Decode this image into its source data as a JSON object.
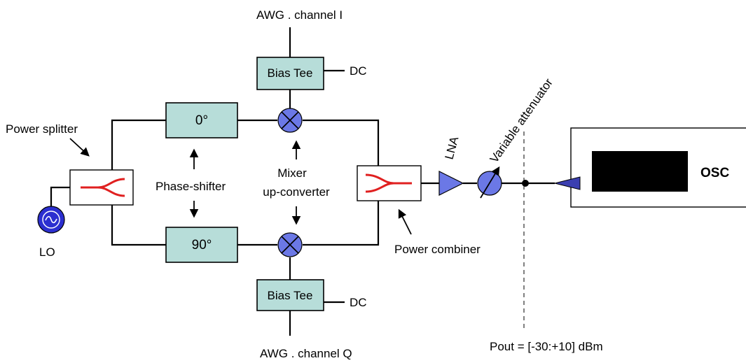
{
  "labels": {
    "awg_i": "AWG .  channel I",
    "awg_q": "AWG .  channel Q",
    "bias_tee_top": "Bias Tee",
    "bias_tee_bottom": "Bias Tee",
    "dc_top": "DC",
    "dc_bottom": "DC",
    "phase_0": "0°",
    "phase_90": "90°",
    "power_splitter": "Power splitter",
    "phase_shifter": "Phase-shifter",
    "mixer": "Mixer",
    "up_converter": "up-converter",
    "power_combiner": "Power combiner",
    "lo": "LO",
    "lna": "LNA",
    "variable_attenuator": "Variable attenuator",
    "osc": "OSC",
    "pout": "Pout = [-30:+10] dBm"
  },
  "colors": {
    "box_fill": "#b7ddd9",
    "component_blue": "#6b78e6",
    "lo_blue": "#2c2fd0",
    "splitter_red": "#e02020",
    "osc_screen": "#000000"
  }
}
